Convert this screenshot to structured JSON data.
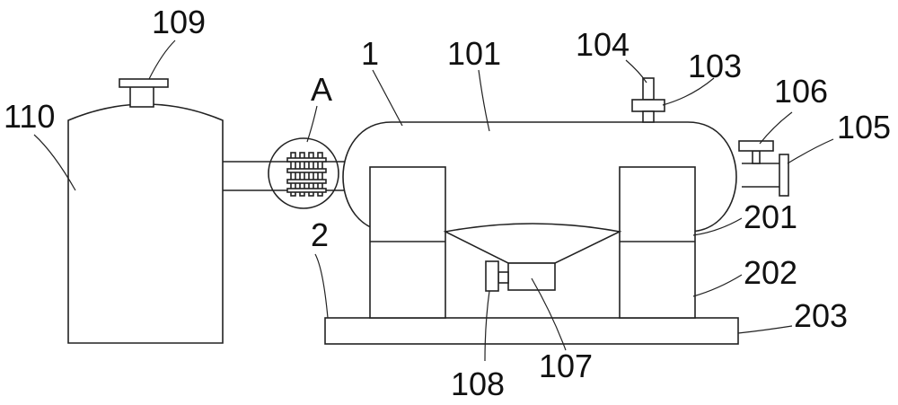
{
  "labels": {
    "l110": "110",
    "l109": "109",
    "lA": "A",
    "l1": "1",
    "l101": "101",
    "l104": "104",
    "l103": "103",
    "l106": "106",
    "l105": "105",
    "l201": "201",
    "l2": "2",
    "l202": "202",
    "l203": "203",
    "l108": "108",
    "l107": "107"
  },
  "colors": {
    "stroke": "#222222",
    "background": "#ffffff"
  }
}
